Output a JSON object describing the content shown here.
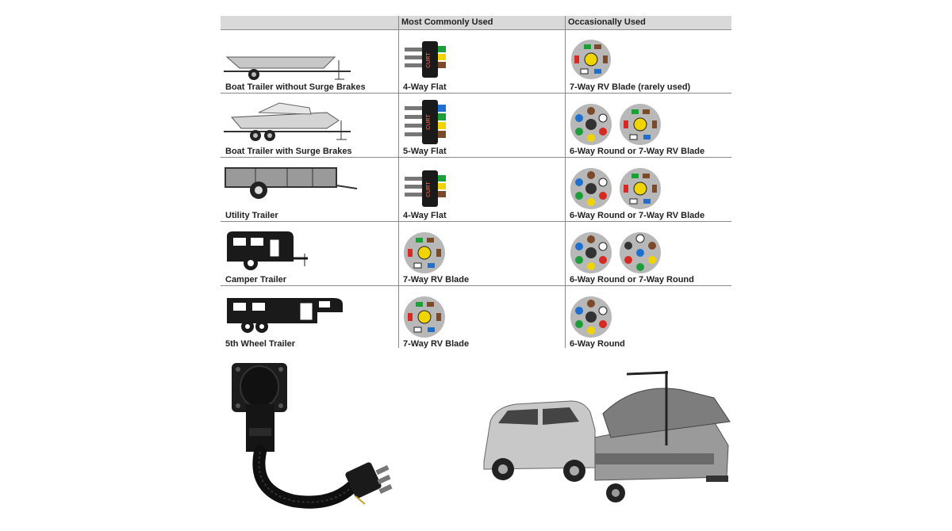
{
  "headers": {
    "trailer": "",
    "most": "Most Commonly Used",
    "occasional": "Occasionally Used"
  },
  "rows": [
    {
      "trailer": "Boat Trailer without Surge Brakes",
      "most": "4-Way Flat",
      "occasional": "7-Way RV Blade (rarely used)"
    },
    {
      "trailer": "Boat Trailer with Surge Brakes",
      "most": "5-Way Flat",
      "occasional": "6-Way Round or 7-Way RV Blade"
    },
    {
      "trailer": "Utility Trailer",
      "most": "4-Way Flat",
      "occasional": "6-Way Round or 7-Way RV Blade"
    },
    {
      "trailer": "Camper Trailer",
      "most": "7-Way RV Blade",
      "occasional": "6-Way Round or 7-Way Round"
    },
    {
      "trailer": "5th Wheel Trailer",
      "most": "7-Way RV Blade",
      "occasional": "6-Way Round"
    }
  ],
  "brand_mark": "CURT",
  "colors": {
    "header_bg": "#d9d9d9",
    "grid": "#8a8a8a",
    "wire_green": "#1e9e3a",
    "wire_yellow": "#f0d400",
    "wire_brown": "#7a4a2a",
    "wire_white": "#ffffff",
    "wire_blue": "#1f6fd1",
    "wire_red": "#d62a22",
    "plug_body": "#1a1a1a",
    "socket_face": "#b8b8b8"
  }
}
